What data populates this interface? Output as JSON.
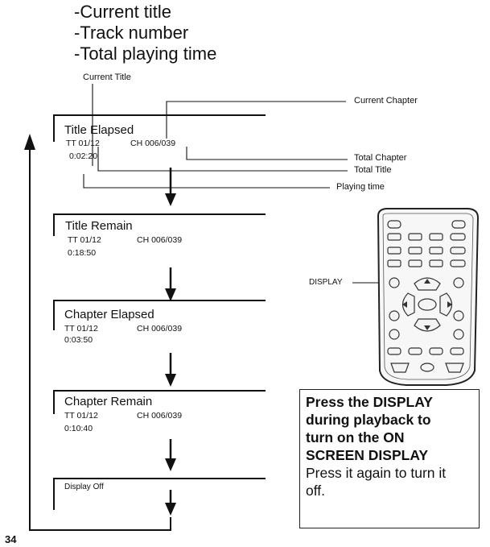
{
  "intro": {
    "line1": "-Current title",
    "line2": "-Track number",
    "line3": "-Total playing time"
  },
  "callouts": {
    "current_title": "Current Title",
    "current_chapter": "Current Chapter",
    "total_chapter": "Total Chapter",
    "total_title": "Total Title",
    "playing_time": "Playing time",
    "display": "DISPLAY"
  },
  "screens": [
    {
      "title": "Title Elapsed",
      "tt": "TT 01/12",
      "ch": "CH  006/039",
      "time": "0:02:20"
    },
    {
      "title": "Title Remain",
      "tt": "TT 01/12",
      "ch": "CH  006/039",
      "time": "0:18:50"
    },
    {
      "title": "Chapter Elapsed",
      "tt": "TT 01/12",
      "ch": "CH  006/039",
      "time": "0:03:50"
    },
    {
      "title": "Chapter Remain",
      "tt": "TT 01/12",
      "ch": "CH  006/039",
      "time": "0:10:40"
    },
    {
      "title": "Display Off"
    }
  ],
  "note": {
    "bold_line1": "Press the DISPLAY",
    "bold_line2": "during playback to",
    "bold_line3": "turn on the ON",
    "bold_line4": "SCREEN DISPLAY",
    "line5": "Press it again to turn it",
    "line6": "off."
  },
  "page_number": "34",
  "icons": {
    "remote": "remote-control-illustration",
    "arrow": "down-arrow-icon"
  }
}
